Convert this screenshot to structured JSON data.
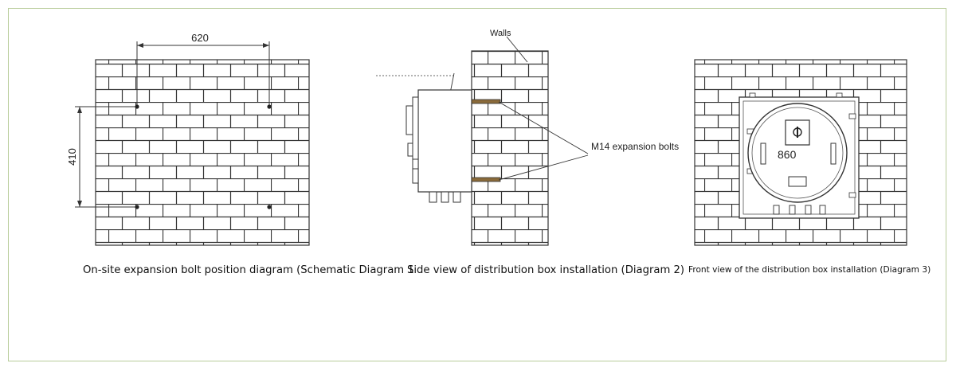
{
  "diagram1": {
    "dim_width": "620",
    "dim_height": "410",
    "caption": "On-site expansion bolt position diagram (Schematic Diagram 1"
  },
  "diagram2": {
    "walls_label": "Walls",
    "bolts_label": "M14 expansion bolts",
    "caption": "Side view of distribution box installation (Diagram 2)"
  },
  "diagram3": {
    "box_label": "860",
    "caption": "Front view of the distribution box installation (Diagram 3)"
  }
}
